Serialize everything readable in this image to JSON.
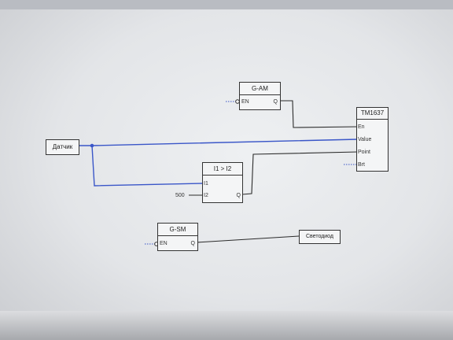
{
  "blocks": {
    "gam": {
      "title": "G-AM",
      "in": "EN",
      "out": "Q"
    },
    "tm": {
      "title": "TM1637",
      "pins": [
        "En",
        "Value",
        "Point",
        "Brt"
      ]
    },
    "cmp": {
      "title": "I1 > I2",
      "in1": "I1",
      "in2": "I2",
      "out": "Q"
    },
    "gsm": {
      "title": "G-SM",
      "in": "EN",
      "out": "Q"
    }
  },
  "labels": {
    "sensor": "Датчик",
    "led": "Светодиод",
    "const500": "500"
  },
  "colors": {
    "wire_blue": "#3a56c8",
    "wire_dark": "#2b2b2b"
  }
}
